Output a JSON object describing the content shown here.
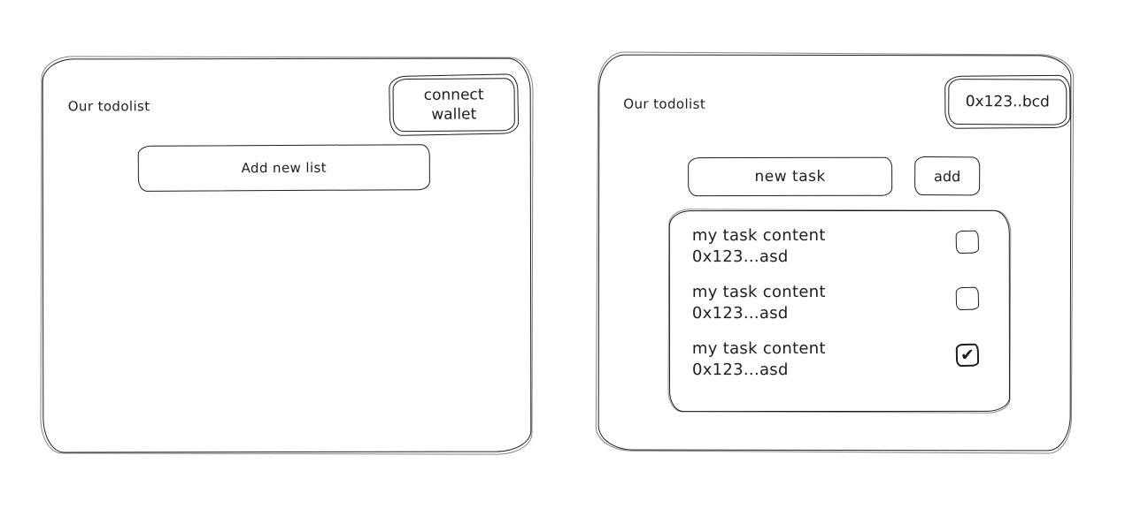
{
  "colors": {
    "stroke": "#1d1d1d",
    "background": "#ffffff"
  },
  "icons": {
    "checkmark": "✔"
  },
  "left_panel": {
    "title": "Our todolist",
    "connect_wallet_button": {
      "line1": "connect",
      "line2": "wallet"
    },
    "add_new_list_label": "Add new list"
  },
  "right_panel": {
    "title": "Our todolist",
    "wallet_address_label": "0x123..bcd",
    "new_task_value": "new task",
    "add_button_label": "add",
    "tasks": [
      {
        "content": "my task content",
        "address": "0x123...asd",
        "checked": false
      },
      {
        "content": "my task content",
        "address": "0x123...asd",
        "checked": false
      },
      {
        "content": "my task content",
        "address": "0x123...asd",
        "checked": true
      }
    ]
  }
}
